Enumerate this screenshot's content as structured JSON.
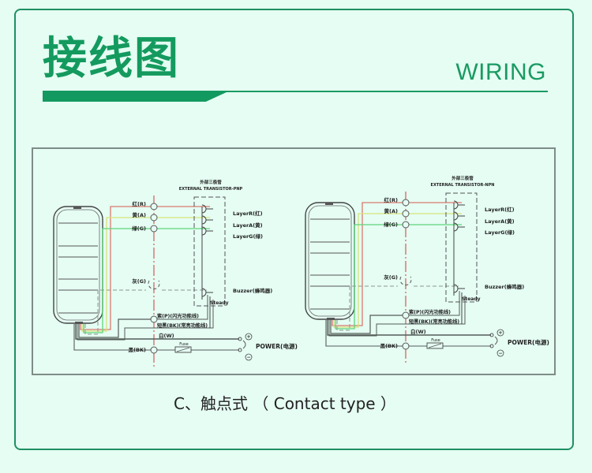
{
  "header": {
    "title_cn": "接线图",
    "title_en": "WIRING"
  },
  "caption": "C、触点式 （ Contact type ）",
  "colors": {
    "brand_green": "#12995f",
    "wire_red": "#d9786f",
    "wire_yellow": "#d8e47a",
    "wire_green": "#5fd47a",
    "wire_gray": "#8d9893",
    "wire_dark": "#555c59",
    "center_line": "#d35a5a"
  },
  "diagrams": [
    {
      "transistor_cn": "外部三极管",
      "transistor_en": "EXTERNAL TRANSISTOR-PNP",
      "wires": {
        "red": "红(R)",
        "yellow": "黄(A)",
        "green": "绿(G)",
        "gray": "灰(G)",
        "purple": "紫(P)(闪光功能线)",
        "brown_black": "短黑(BK)(常亮功能线)",
        "white": "白(W)",
        "black": "黑(BK)"
      },
      "layers": [
        "LayerR(红)",
        "LayerA(黄)",
        "LayerG(绿)"
      ],
      "buzzer": "Buzzer(蜂鸣器)",
      "steady": "Steady",
      "fuse": "Fuse",
      "power": "POWER(电源)",
      "plus": "+",
      "minus": "−"
    },
    {
      "transistor_cn": "外部三极管",
      "transistor_en": "EXTERNAL TRANSISTOR-NPN",
      "wires": {
        "red": "红(R)",
        "yellow": "黄(A)",
        "green": "绿(G)",
        "gray": "灰(G)",
        "purple": "紫(P)(闪光功能线)",
        "brown_black": "短黑(BK)(常亮功能线)",
        "white": "白(W)",
        "black": "黑(BK)"
      },
      "layers": [
        "LayerR(红)",
        "LayerA(黄)",
        "LayerG(绿)"
      ],
      "buzzer": "Buzzer(蜂鸣器)",
      "steady": "Steady",
      "fuse": "Fuse",
      "power": "POWER(电源)",
      "plus": "+",
      "minus": "−"
    }
  ]
}
